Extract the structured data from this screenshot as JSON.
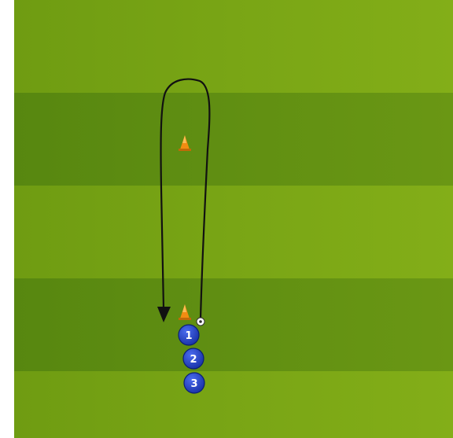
{
  "scene": {
    "colors": {
      "pitch_light": "#7aa615",
      "pitch_dark": "#5f8d10",
      "cone": "#f28c12",
      "cone_highlight": "#ffd070",
      "player": "#1e3fc0",
      "player_outline": "#0a1f75",
      "player_text": "#ffffff",
      "path": "#111111",
      "ball": "#ffffff"
    }
  },
  "players": [
    {
      "label": "1"
    },
    {
      "label": "2"
    },
    {
      "label": "3"
    }
  ]
}
